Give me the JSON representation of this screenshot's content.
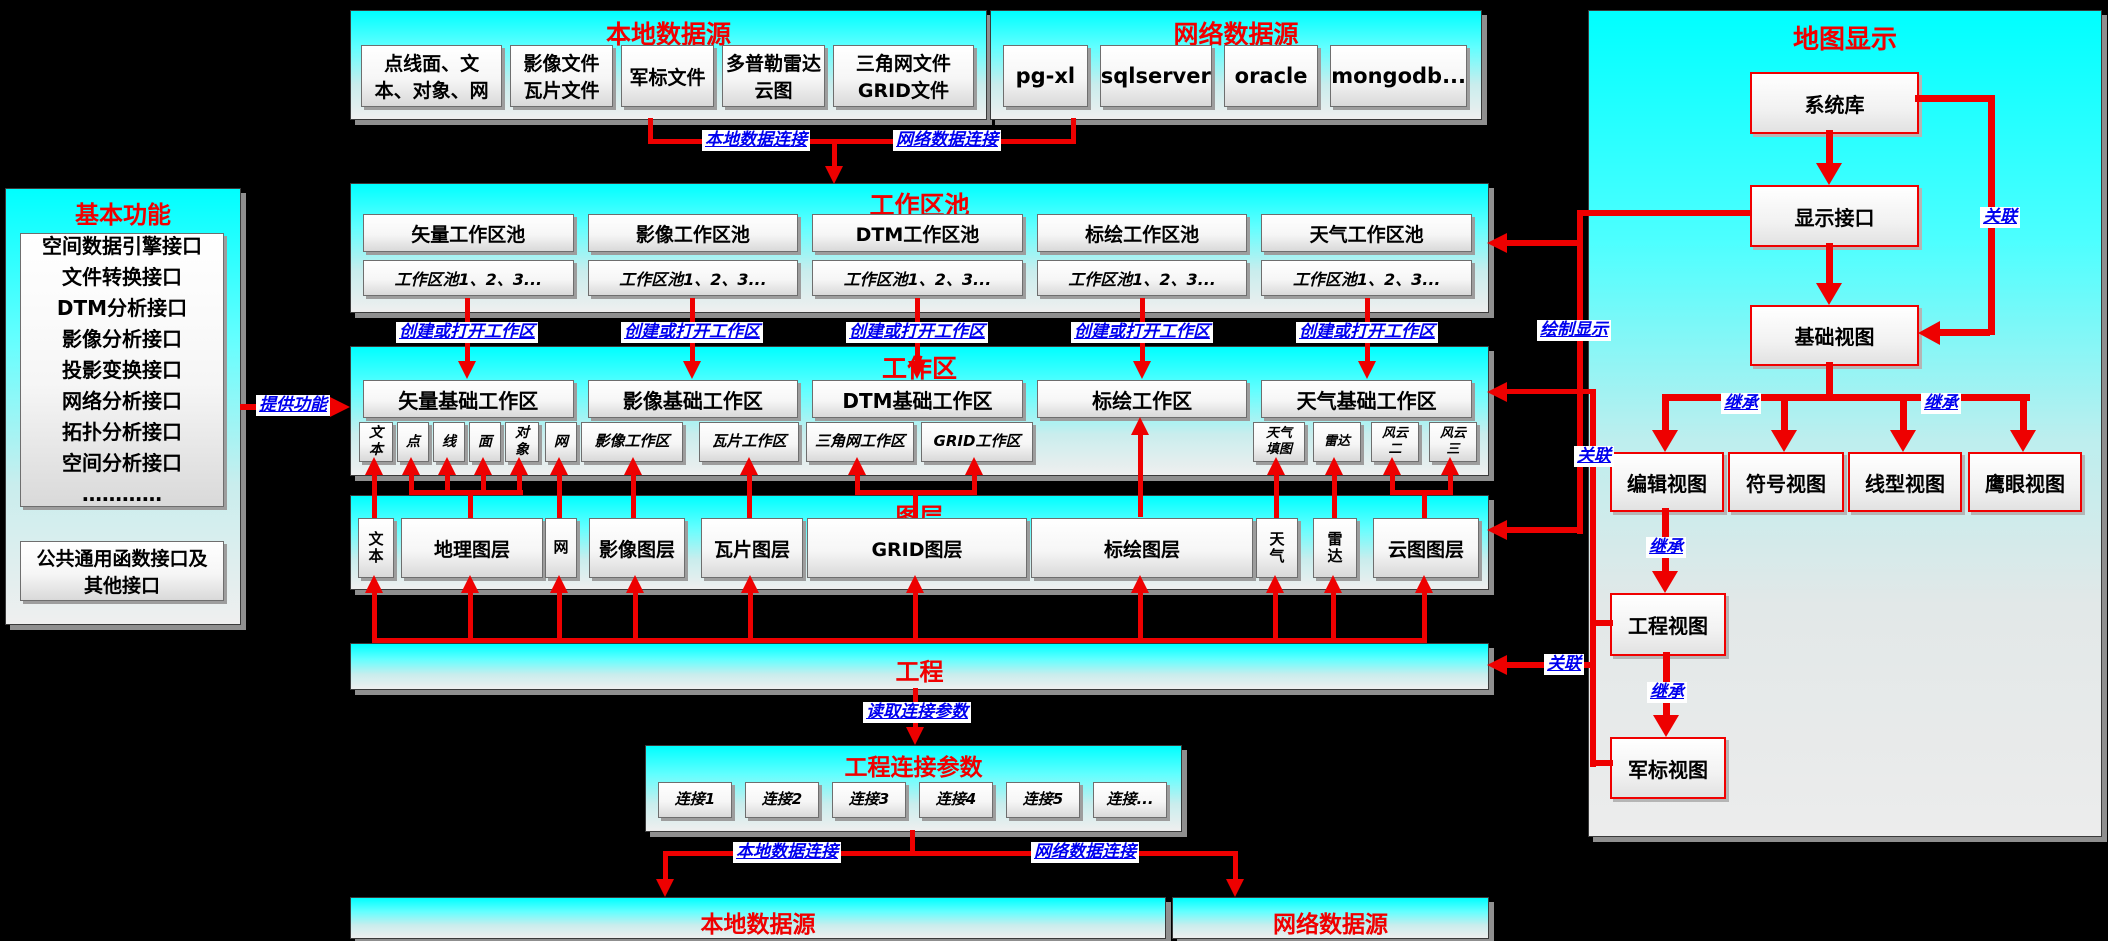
{
  "colors": {
    "accent": "#ee0000",
    "label_blue": "#0000ee",
    "bar_cyan": "#00ffff"
  },
  "local_source": {
    "title": "本地数据源",
    "items": [
      "点线面、文\n本、对象、网",
      "影像文件\n瓦片文件",
      "军标文件",
      "多普勒雷达\n云图",
      "三角网文件\nGRID文件"
    ]
  },
  "net_source": {
    "title": "网络数据源",
    "items": [
      "pg-xl",
      "sqlserver",
      "oracle",
      "mongodb..."
    ]
  },
  "basic_functions": {
    "title": "基本功能",
    "interfaces": [
      "空间数据引擎接口",
      "文件转换接口",
      "DTM分析接口",
      "影像分析接口",
      "投影变换接口",
      "网络分析接口",
      "拓扑分析接口",
      "空间分析接口",
      "…………"
    ],
    "common_box": "公共通用函数接口及\n其他接口"
  },
  "workspace_pool": {
    "title": "工作区池",
    "pools": [
      "矢量工作区池",
      "影像工作区池",
      "DTM工作区池",
      "标绘工作区池",
      "天气工作区池"
    ],
    "instances_label": "工作区池1、2、3..."
  },
  "workspace": {
    "title": "工作区",
    "areas": [
      "矢量基础工作区",
      "影像基础工作区",
      "DTM基础工作区",
      "标绘工作区",
      "天气基础工作区"
    ],
    "sub_items": [
      "文\n本",
      "点",
      "线",
      "面",
      "对\n象",
      "网",
      "影像工作区",
      "瓦片工作区",
      "三角网工作区",
      "GRID工作区",
      "天气\n填图",
      "雷达",
      "风云\n二",
      "风云\n三"
    ]
  },
  "layers": {
    "title": "图层",
    "items": [
      "文\n本",
      "地理图层",
      "网",
      "影像图层",
      "瓦片图层",
      "GRID图层",
      "标绘图层",
      "天\n气",
      "雷\n达",
      "云图图层"
    ]
  },
  "project": {
    "title": "工程"
  },
  "project_conn": {
    "title": "工程连接参数",
    "items": [
      "连接1",
      "连接2",
      "连接3",
      "连接4",
      "连接5",
      "连接..."
    ]
  },
  "bottom": {
    "local": "本地数据源",
    "net": "网络数据源"
  },
  "map_display": {
    "title": "地图显示",
    "system_lib": "系统库",
    "display_if": "显示接口",
    "base_view": "基础视图",
    "edit_view": "编辑视图",
    "symbol_view": "符号视图",
    "linetype_view": "线型视图",
    "eagle_view": "鹰眼视图",
    "project_view": "工程视图",
    "military_view": "军标视图"
  },
  "edge_labels": {
    "local_conn": "本地数据连接",
    "net_conn": "网络数据连接",
    "provide": "提供功能",
    "create_open": "创建或打开工作区",
    "read_params": "读取连接参数",
    "draw_display": "绘制显示",
    "assoc": "关联",
    "inherit": "继承"
  }
}
